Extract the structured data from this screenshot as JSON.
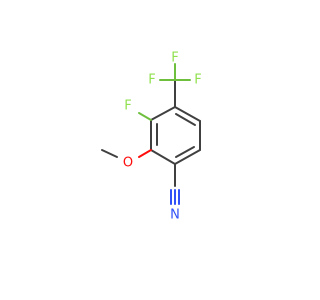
{
  "molecule": {
    "atoms": {
      "f_top": "F",
      "f_left": "F",
      "f_right": "F",
      "f_ring": "F",
      "o_methoxy": "O",
      "n_nitrile": "N"
    },
    "colors": {
      "bond": "#404040",
      "fluorine": "#90e050",
      "oxygen": "#ff0d0d",
      "nitrogen": "#3050f8"
    }
  }
}
